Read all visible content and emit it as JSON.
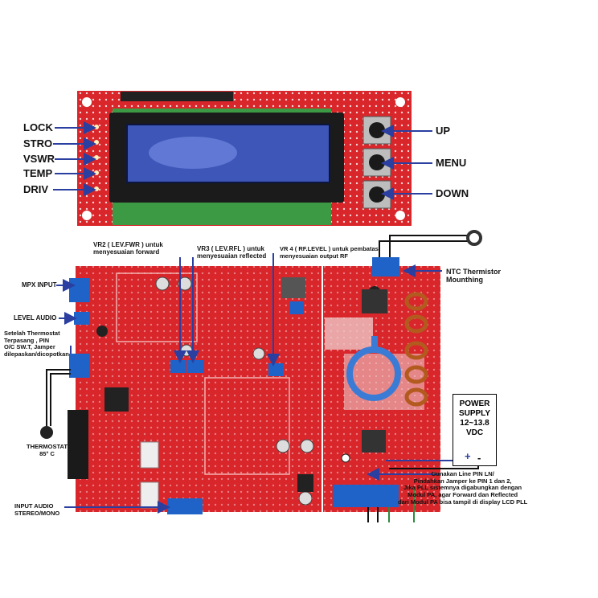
{
  "lcd_module": {
    "left_labels": [
      "LOCK",
      "STRO",
      "VSWR",
      "TEMP",
      "DRIV"
    ],
    "right_labels": [
      "UP",
      "MENU",
      "DOWN"
    ]
  },
  "main_board": {
    "vr2": "VR2 ( LEV.FWR ) untuk\nmenyesuaian forward",
    "vr3": "VR3 ( LEV.RFL ) untuk\nmenyesuaian reflected",
    "vr4": "VR 4 ( RF.LEVEL ) untuk pembatas\nmenyesuaian output RF",
    "mpx_input": "MPX INPUT",
    "level_audio": "LEVEL AUDIO",
    "thermostat_note": "Setelah Thermostat\nTerpasang , PIN\nO/C SW.T, Jamper\ndilepaskan/dicopotkan",
    "thermostat": "THERMOSTAT\n85° C",
    "input_audio": "INPUT AUDIO\nSTEREO/MONO",
    "ntc": "NTC Thermistor\nMounthing",
    "power_supply": "POWER\nSUPPLY\n12~13.8\nVDC",
    "plus": "+",
    "minus": "-",
    "pll_note": "Gunakan Line PIN LN/\nPindahkan Jamper ke PIN 1 dan 2,\nJika PLL sistemnya digabungkan dengan\nModul PA, agar Forward dan Reflected\ndari Modul PA bisa tampil di display LCD PLL"
  },
  "colors": {
    "pcb_red": "#d8262b",
    "lcd_blue": "#3d56b8",
    "terminal_blue": "#1f63c8",
    "arrow_blue": "#2a3fa0"
  }
}
